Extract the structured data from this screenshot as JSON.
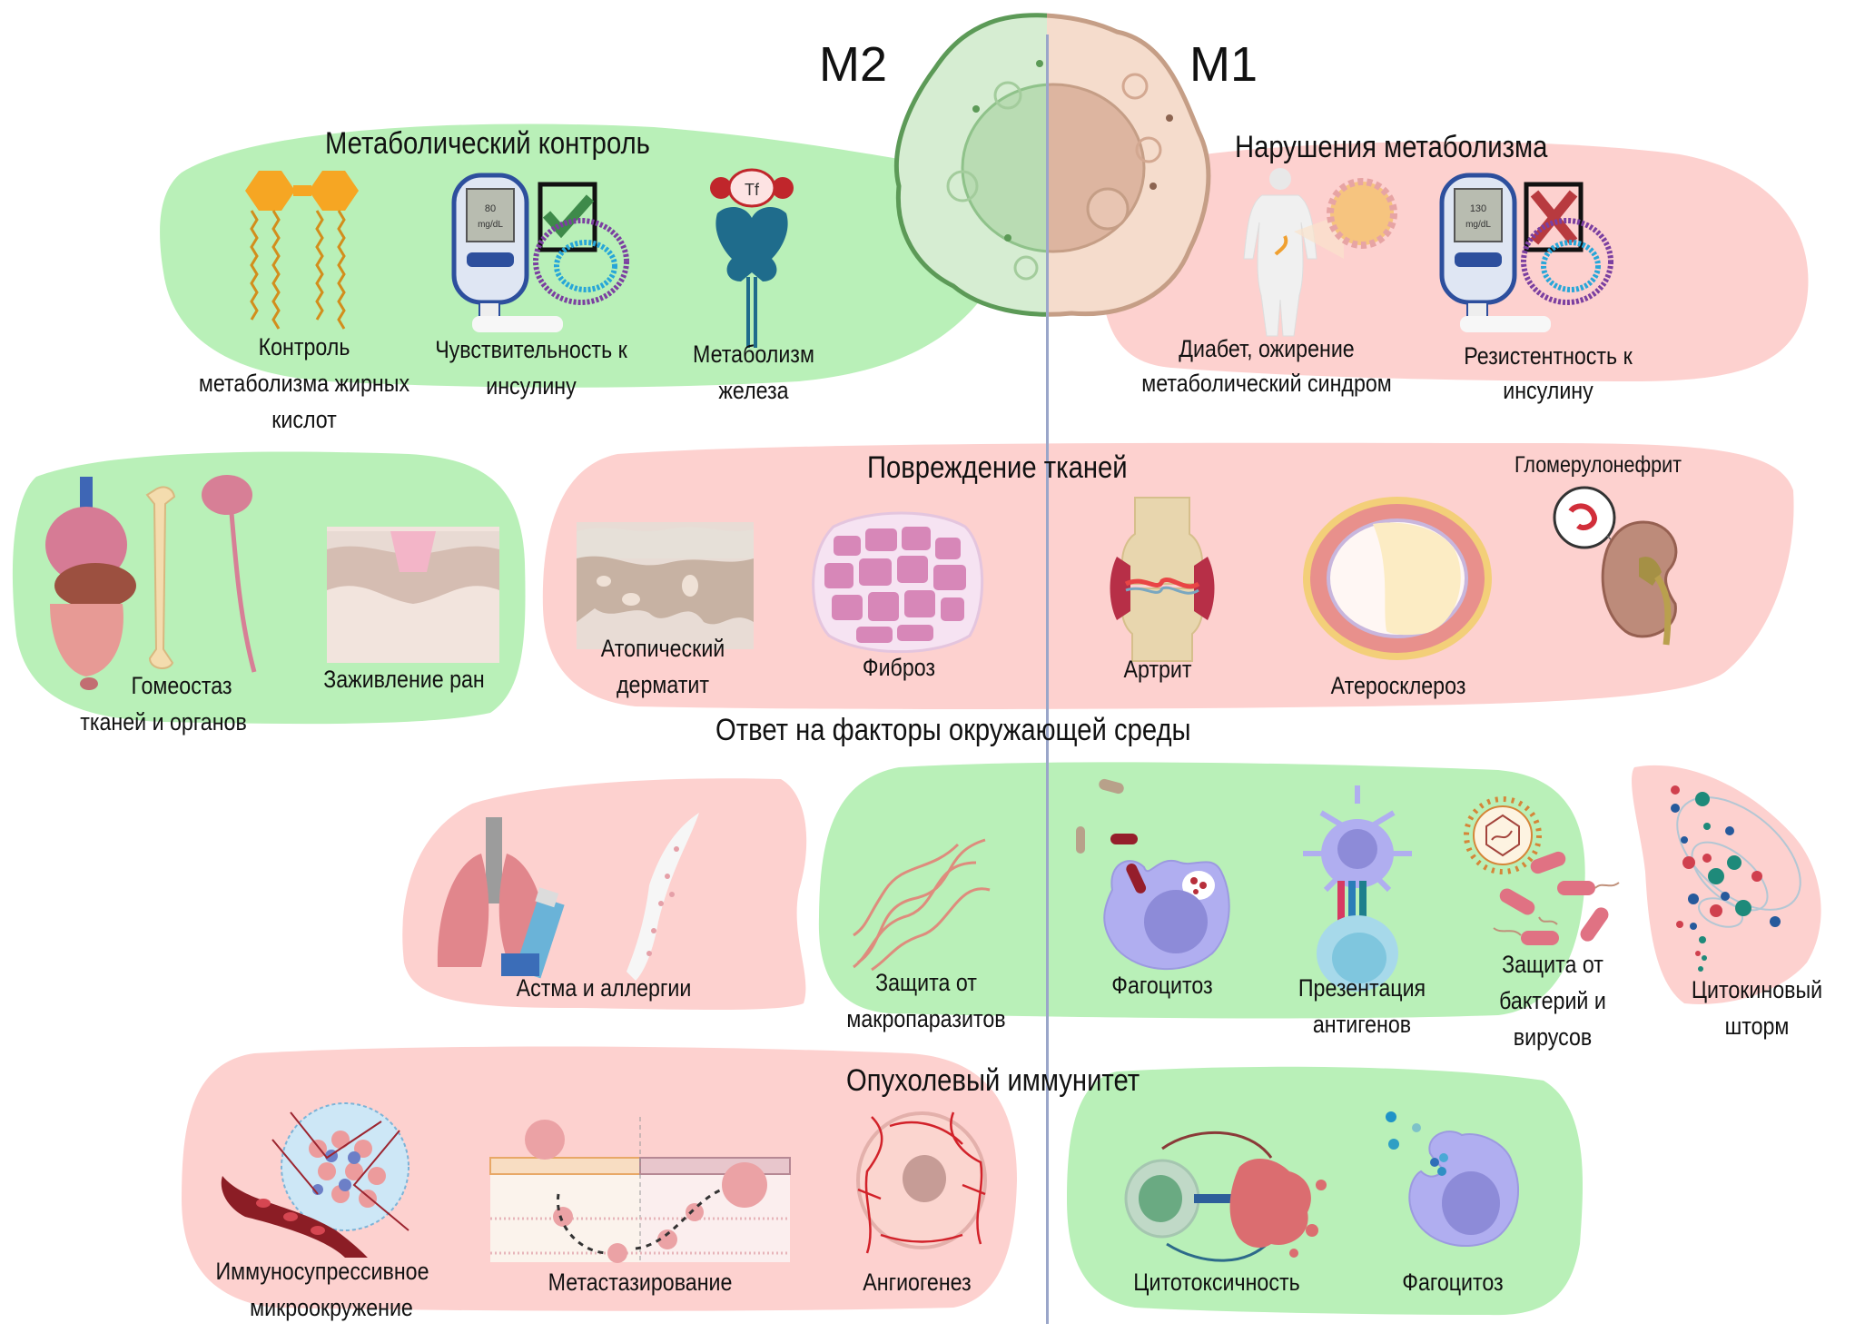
{
  "header": {
    "left_type": "M2",
    "right_type": "M1"
  },
  "sections": {
    "metabolic_control": {
      "title": "Метаболический контроль",
      "items": [
        {
          "label_line1": "Контроль",
          "label_line2": "метаболизма жирных",
          "label_line3": "кислот",
          "icon": "fatty-acid-icon"
        },
        {
          "label_line1": "Чувствительность к",
          "label_line2": "инсулину",
          "icon": "glucometer-check-icon",
          "meter_value": "80",
          "meter_unit": "mg/dL"
        },
        {
          "label_line1": "Метаболизм",
          "label_line2": "железа",
          "icon": "transferrin-receptor-icon",
          "badge": "Tf"
        }
      ]
    },
    "metabolic_disorders": {
      "title": "Нарушения метаболизма",
      "items": [
        {
          "label_line1": "Диабет, ожирение",
          "label_line2": "метаболический синдром",
          "icon": "obese-body-icon"
        },
        {
          "label_line1": "Резистентность к",
          "label_line2": "инсулину",
          "icon": "glucometer-cross-icon",
          "meter_value": "130",
          "meter_unit": "mg/dL"
        }
      ]
    },
    "homeostasis": {
      "items": [
        {
          "label_line1": "Гомеостаз",
          "label_line2": "тканей и органов",
          "icon": "organs-icon"
        },
        {
          "label_line1": "Заживление ран",
          "icon": "wound-skin-icon"
        }
      ]
    },
    "tissue_damage": {
      "title": "Повреждение тканей",
      "items": [
        {
          "label_line1": "Атопический",
          "label_line2": "дерматит",
          "icon": "skin-layer-icon"
        },
        {
          "label_line1": "Фиброз",
          "icon": "fibrosis-tissue-icon"
        },
        {
          "label_line1": "Артрит",
          "icon": "knee-joint-icon"
        },
        {
          "label_line1": "Атеросклероз",
          "icon": "artery-plaque-icon"
        },
        {
          "label_line1": "Гломерулонефрит",
          "icon": "kidney-icon"
        }
      ]
    },
    "environment": {
      "title": "Ответ на факторы окружающей среды",
      "items": [
        {
          "label_line1": "Астма и аллергии",
          "icon": "lungs-inhaler-icon"
        },
        {
          "label_line1": "Защита от",
          "label_line2": "макропаразитов",
          "icon": "worms-icon"
        },
        {
          "label_line1": "Фагоцитоз",
          "icon": "phagocyte-bacteria-icon"
        },
        {
          "label_line1": "Презентация",
          "label_line2": "антигенов",
          "icon": "antigen-presentation-icon"
        },
        {
          "label_line1": "Защита от",
          "label_line2": "бактерий и",
          "label_line3": "вирусов",
          "icon": "virus-bacteria-icon"
        },
        {
          "label_line1": "Цитокиновый",
          "label_line2": "шторм",
          "icon": "cytokine-storm-icon"
        }
      ]
    },
    "tumor_immunity": {
      "title": "Опухолевый иммунитет",
      "items": [
        {
          "label_line1": "Иммуносупрессивное",
          "label_line2": "микроокружение",
          "icon": "tumor-vessel-icon"
        },
        {
          "label_line1": "Метастазирование",
          "icon": "metastasis-icon"
        },
        {
          "label_line1": "Ангиогенез",
          "icon": "angiogenesis-tumor-icon"
        },
        {
          "label_line1": "Цитотоксичность",
          "icon": "cytotoxic-cell-icon"
        },
        {
          "label_line1": "Фагоцитоз",
          "icon": "phagocyte-particles-icon"
        }
      ]
    }
  },
  "colors": {
    "m2_green": "#b9f0b8",
    "m1_red": "#fdd1cf",
    "divider": "#9aa6c9"
  }
}
